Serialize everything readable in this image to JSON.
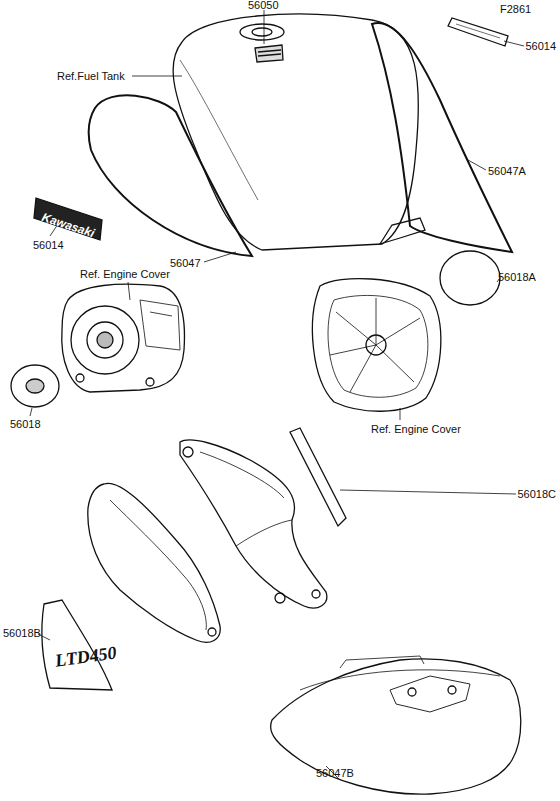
{
  "diagram": {
    "labels": [
      "F2861",
      "56050",
      "Ref.Fuel Tank",
      "56014",
      "56047A",
      "Kawasaki",
      "56014",
      "56047",
      "Ref. Engine Cover",
      "56018A",
      "56018",
      "Ref. Engine Cover",
      "56018C",
      "56018B",
      "LTD450",
      "56047B"
    ]
  }
}
